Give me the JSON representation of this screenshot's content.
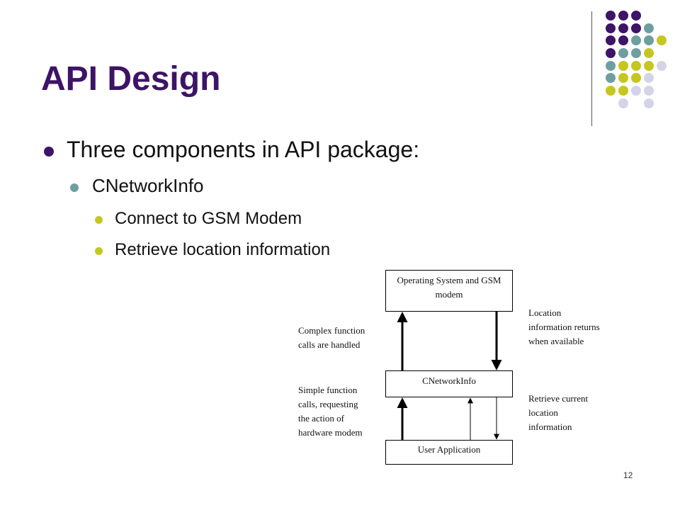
{
  "slide": {
    "title": "API Design",
    "bullet_l1": "Three components in API package:",
    "bullet_l2": "CNetworkInfo",
    "bullet_l3": [
      "Connect to GSM Modem",
      "Retrieve location information"
    ],
    "page_number": "12"
  },
  "diagram": {
    "box_top": "Operating System and GSM modem",
    "box_mid": "CNetworkInfo",
    "box_bottom": "User Application",
    "note_complex": "Complex function\ncalls are handled",
    "note_simple": "Simple function\ncalls, requesting\nthe action of\nhardware modem",
    "note_location": "Location\ninformation returns\nwhen available",
    "note_retrieve": "Retrieve current\nlocation\ninformation"
  },
  "colors": {
    "title": "#3d1466",
    "purple": "#3d1466",
    "teal": "#6f9ea0",
    "lime": "#c5c620",
    "lavender": "#d4d4e8"
  }
}
